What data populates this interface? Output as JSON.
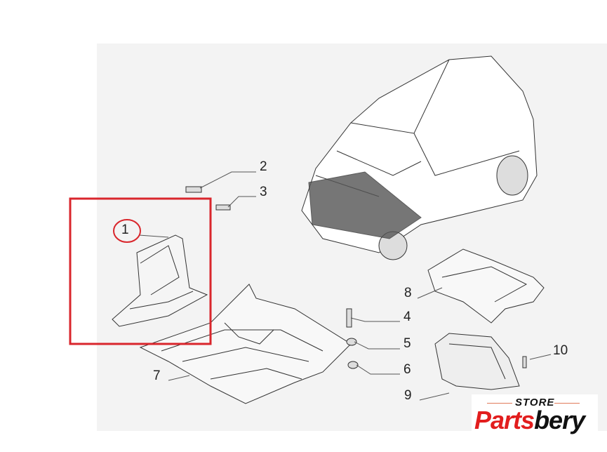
{
  "diagram": {
    "callouts": [
      {
        "id": "1",
        "label": "1"
      },
      {
        "id": "2",
        "label": "2"
      },
      {
        "id": "3",
        "label": "3"
      },
      {
        "id": "4",
        "label": "4"
      },
      {
        "id": "5",
        "label": "5"
      },
      {
        "id": "6",
        "label": "6"
      },
      {
        "id": "7",
        "label": "7"
      },
      {
        "id": "8",
        "label": "8"
      },
      {
        "id": "9",
        "label": "9"
      },
      {
        "id": "10",
        "label": "10"
      }
    ],
    "highlight_color": "#d9262c"
  },
  "logo": {
    "top": "STORE",
    "brand_red": "Parts",
    "brand_black": "bery"
  }
}
